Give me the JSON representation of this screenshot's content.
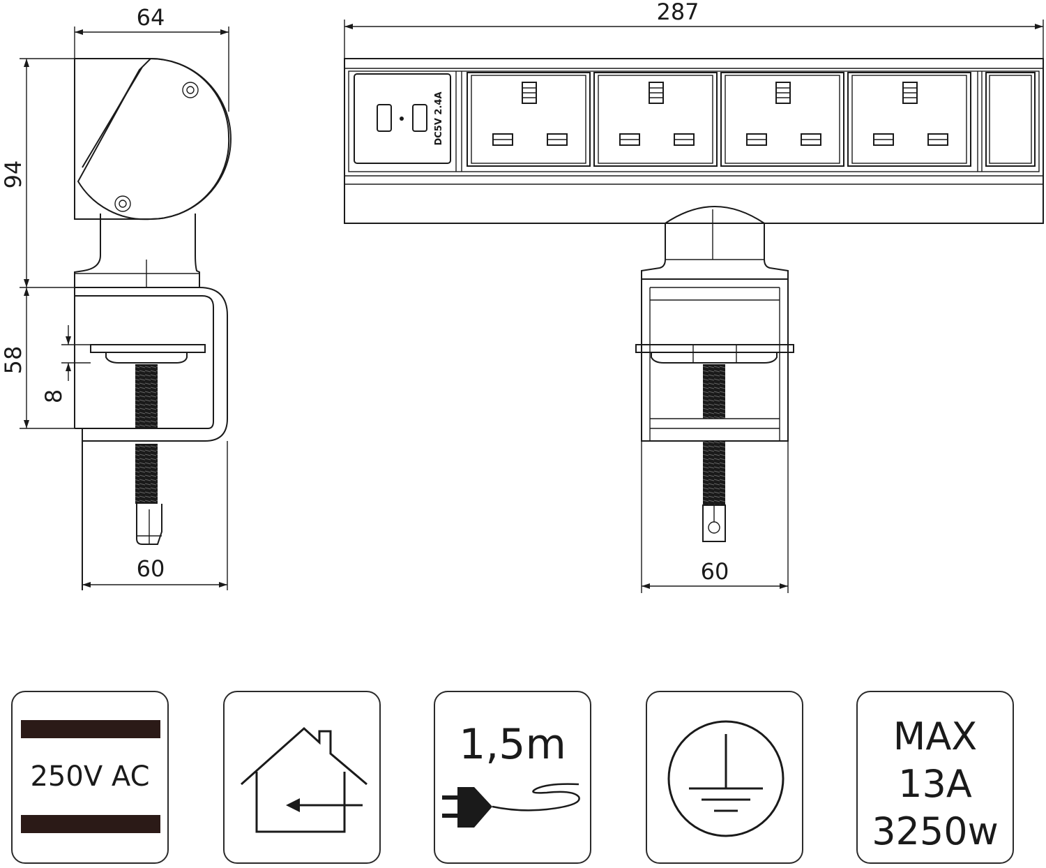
{
  "dimensions": {
    "side_width_top": "64",
    "front_width": "287",
    "side_height_upper": "94",
    "side_height_lower": "58",
    "clamp_thickness": "8",
    "side_width_bottom": "60",
    "front_clamp_width": "60"
  },
  "usb_module": {
    "label": "DC5V 2.4A"
  },
  "spec_icons": {
    "voltage": {
      "label": "250V AC",
      "icon": "voltage-bars-icon"
    },
    "indoor": {
      "icon": "indoor-house-icon"
    },
    "cable": {
      "label": "1,5m",
      "icon": "plug-cable-icon"
    },
    "earth": {
      "icon": "earth-ground-icon"
    },
    "max_rating": {
      "line1": "MAX",
      "line2": "13A",
      "line3": "3250w"
    }
  },
  "colors": {
    "ink": "#1a1a1a",
    "bar": "#2b1a17",
    "box_border": "#2a2a2a"
  }
}
